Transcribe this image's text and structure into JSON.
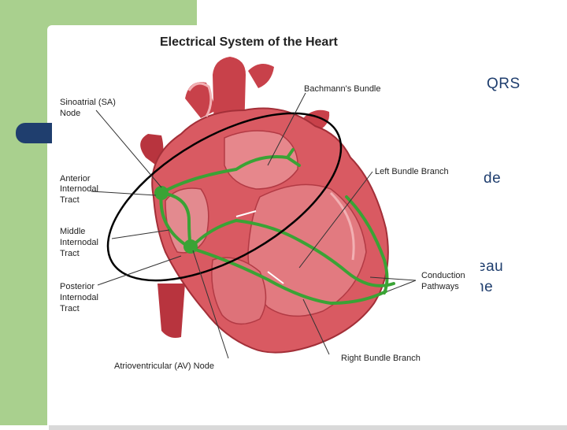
{
  "diagram": {
    "title": "Electrical System of the Heart",
    "labels": {
      "sa_node": [
        "Sinoatrial (SA)",
        "Node"
      ],
      "anterior": [
        "Anterior",
        "Internodal",
        "Tract"
      ],
      "middle": [
        "Middle",
        "Internodal",
        "Tract"
      ],
      "posterior": [
        "Posterior",
        "Internodal",
        "Tract"
      ],
      "bachmann": "Bachmann's Bundle",
      "left_bundle": "Left Bundle Branch",
      "conduction": [
        "Conduction",
        "Pathways"
      ],
      "right_bundle": "Right Bundle Branch",
      "av_node": "Atrioventricular (AV) Node"
    }
  },
  "background_text": {
    "line1": "QRS",
    "line2": "de",
    "line3": "eau",
    "line4": "ne"
  },
  "colors": {
    "accent_green": "#a9d08e",
    "tab_blue": "#1f3e6e",
    "conduction_green": "#3aa335"
  }
}
